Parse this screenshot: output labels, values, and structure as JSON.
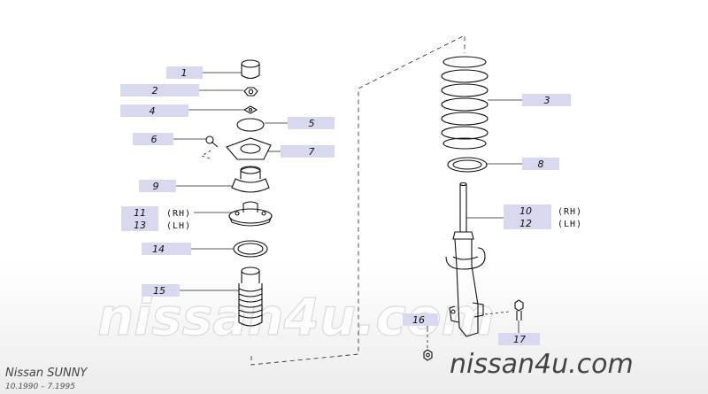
{
  "diagram": {
    "callouts": [
      {
        "id": "c1",
        "number": "1"
      },
      {
        "id": "c2",
        "number": "2"
      },
      {
        "id": "c3",
        "number": "3"
      },
      {
        "id": "c4",
        "number": "4"
      },
      {
        "id": "c5",
        "number": "5"
      },
      {
        "id": "c6",
        "number": "6"
      },
      {
        "id": "c7",
        "number": "7"
      },
      {
        "id": "c8",
        "number": "8"
      },
      {
        "id": "c9",
        "number": "9"
      },
      {
        "id": "c10",
        "number": "10",
        "side": "(RH)"
      },
      {
        "id": "c11",
        "number": "11",
        "side": "(RH)"
      },
      {
        "id": "c12",
        "number": "12",
        "side": "(LH)"
      },
      {
        "id": "c13",
        "number": "13",
        "side": "(LH)"
      },
      {
        "id": "c14",
        "number": "14"
      },
      {
        "id": "c15",
        "number": "15"
      },
      {
        "id": "c16",
        "number": "16"
      },
      {
        "id": "c17",
        "number": "17"
      }
    ]
  },
  "watermark": {
    "large_text": "nissan4u.com",
    "small_text": "nissan4u.com"
  },
  "caption": {
    "model": "Nissan SUNNY",
    "years": "10.1990 – 7.1995"
  }
}
